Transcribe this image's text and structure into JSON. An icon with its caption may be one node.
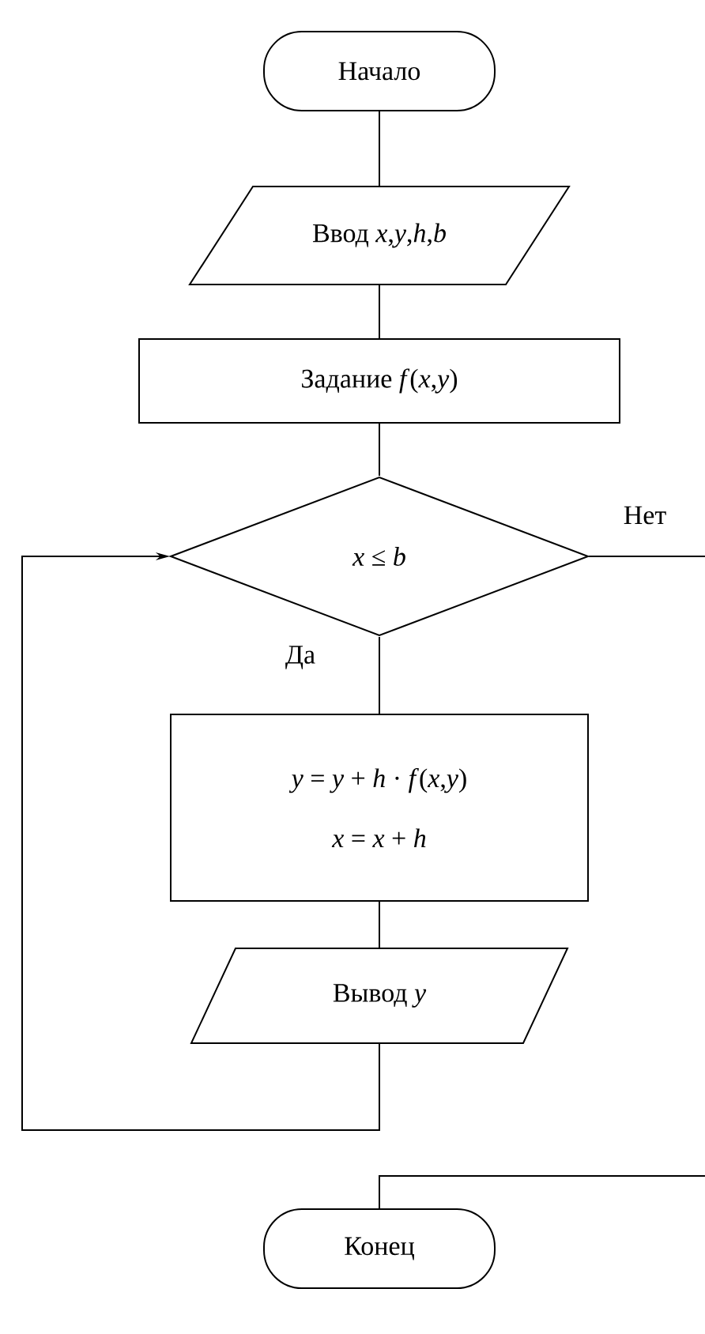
{
  "diagram": {
    "nodes": [
      {
        "text": [
          "Начало"
        ]
      },
      {
        "text": [
          "Ввод *x*,*y*,*h*,*b*"
        ]
      },
      {
        "text": [
          "Задание *f*(*x*,*y*)"
        ]
      },
      {
        "text": [
          "*x* ≤ *b*"
        ]
      },
      {
        "text": [
          "*y* = *y* + *h* · *f*(*x*,*y*)",
          "*x* = *x* + *h*"
        ]
      },
      {
        "text": [
          "Вывод *y*"
        ]
      },
      {
        "text": [
          "Конец"
        ]
      }
    ],
    "edges": [
      {
        "from": 0,
        "to": 1,
        "arrow": "none"
      },
      {
        "from": 1,
        "to": 2,
        "arrow": "none"
      },
      {
        "from": 2,
        "to": 3,
        "arrow": "none"
      },
      {
        "from": 3,
        "to": 4,
        "arrow": "none",
        "label": "Да"
      },
      {
        "from": 4,
        "to": 5,
        "arrow": "none"
      },
      {
        "from": 5,
        "to": 3,
        "arrow": "to"
      },
      {
        "from": 3,
        "to": null,
        "arrow": "none",
        "label": "Нет"
      },
      {
        "from": null,
        "to": 6,
        "arrow": "none"
      }
    ]
  }
}
